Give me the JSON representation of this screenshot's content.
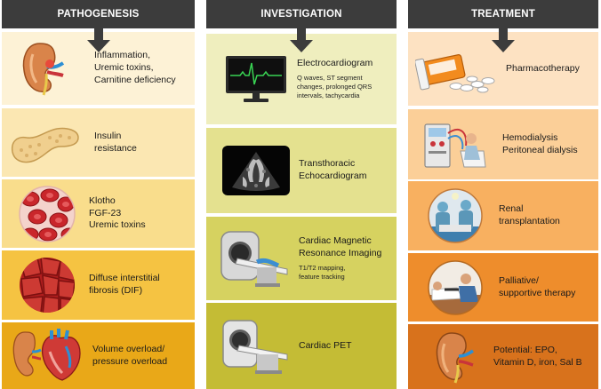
{
  "columns": [
    {
      "header": "PATHOGENESIS",
      "items": [
        {
          "icon": "kidney-inflammation-icon",
          "lines": [
            "Inflammation,",
            "Uremic toxins,",
            "Carnitine deficiency"
          ],
          "bg": "#fdf2d6"
        },
        {
          "icon": "pancreas-icon",
          "lines": [
            "Insulin",
            "resistance"
          ],
          "bg": "#fbe7b2"
        },
        {
          "icon": "red-blood-cells-icon",
          "lines": [
            "Klotho",
            "FGF-23",
            "Uremic toxins"
          ],
          "bg": "#f9dd8c"
        },
        {
          "icon": "fibrosis-tissue-icon",
          "lines": [
            "Diffuse interstitial",
            "fibrosis (DIF)"
          ],
          "bg": "#f5c342"
        },
        {
          "icon": "kidney-heart-icon",
          "lines": [
            "Volume overload/",
            "pressure overload"
          ],
          "bg": "#e9a818"
        }
      ]
    },
    {
      "header": "INVESTIGATION",
      "items": [
        {
          "icon": "ecg-monitor-icon",
          "lines": [
            "Electrocardiogram"
          ],
          "sub": [
            "Q waves, ST segment",
            "changes, prolonged QRS",
            "intervals, tachycardia"
          ],
          "bg": "#efeebe"
        },
        {
          "icon": "echocardiogram-icon",
          "lines": [
            "Transthoracic",
            "Echocardiogram"
          ],
          "bg": "#e4e18f"
        },
        {
          "icon": "mri-scanner-icon",
          "lines": [
            "Cardiac Magnetic",
            "Resonance Imaging"
          ],
          "sub": [
            "T1/T2 mapping,",
            "feature tracking"
          ],
          "bg": "#d6d260"
        },
        {
          "icon": "pet-scanner-icon",
          "lines": [
            "Cardiac PET"
          ],
          "bg": "#c4bc35"
        }
      ]
    },
    {
      "header": "TREATMENT",
      "items": [
        {
          "icon": "pill-bottle-icon",
          "lines": [
            "Pharmacotherapy"
          ],
          "bg": "#fde2c2"
        },
        {
          "icon": "dialysis-machine-icon",
          "lines": [
            "Hemodialysis",
            "Peritoneal dialysis"
          ],
          "bg": "#fbcf98"
        },
        {
          "icon": "surgery-icon",
          "lines": [
            "Renal",
            "transplantation"
          ],
          "bg": "#f8b060"
        },
        {
          "icon": "palliative-care-icon",
          "lines": [
            "Palliative/",
            "supportive therapy"
          ],
          "bg": "#ee8d2c"
        },
        {
          "icon": "kidney-icon",
          "lines": [
            "Potential: EPO,",
            "Vitamin D, iron, Sal B"
          ],
          "bg": "#d8721c"
        }
      ]
    }
  ]
}
